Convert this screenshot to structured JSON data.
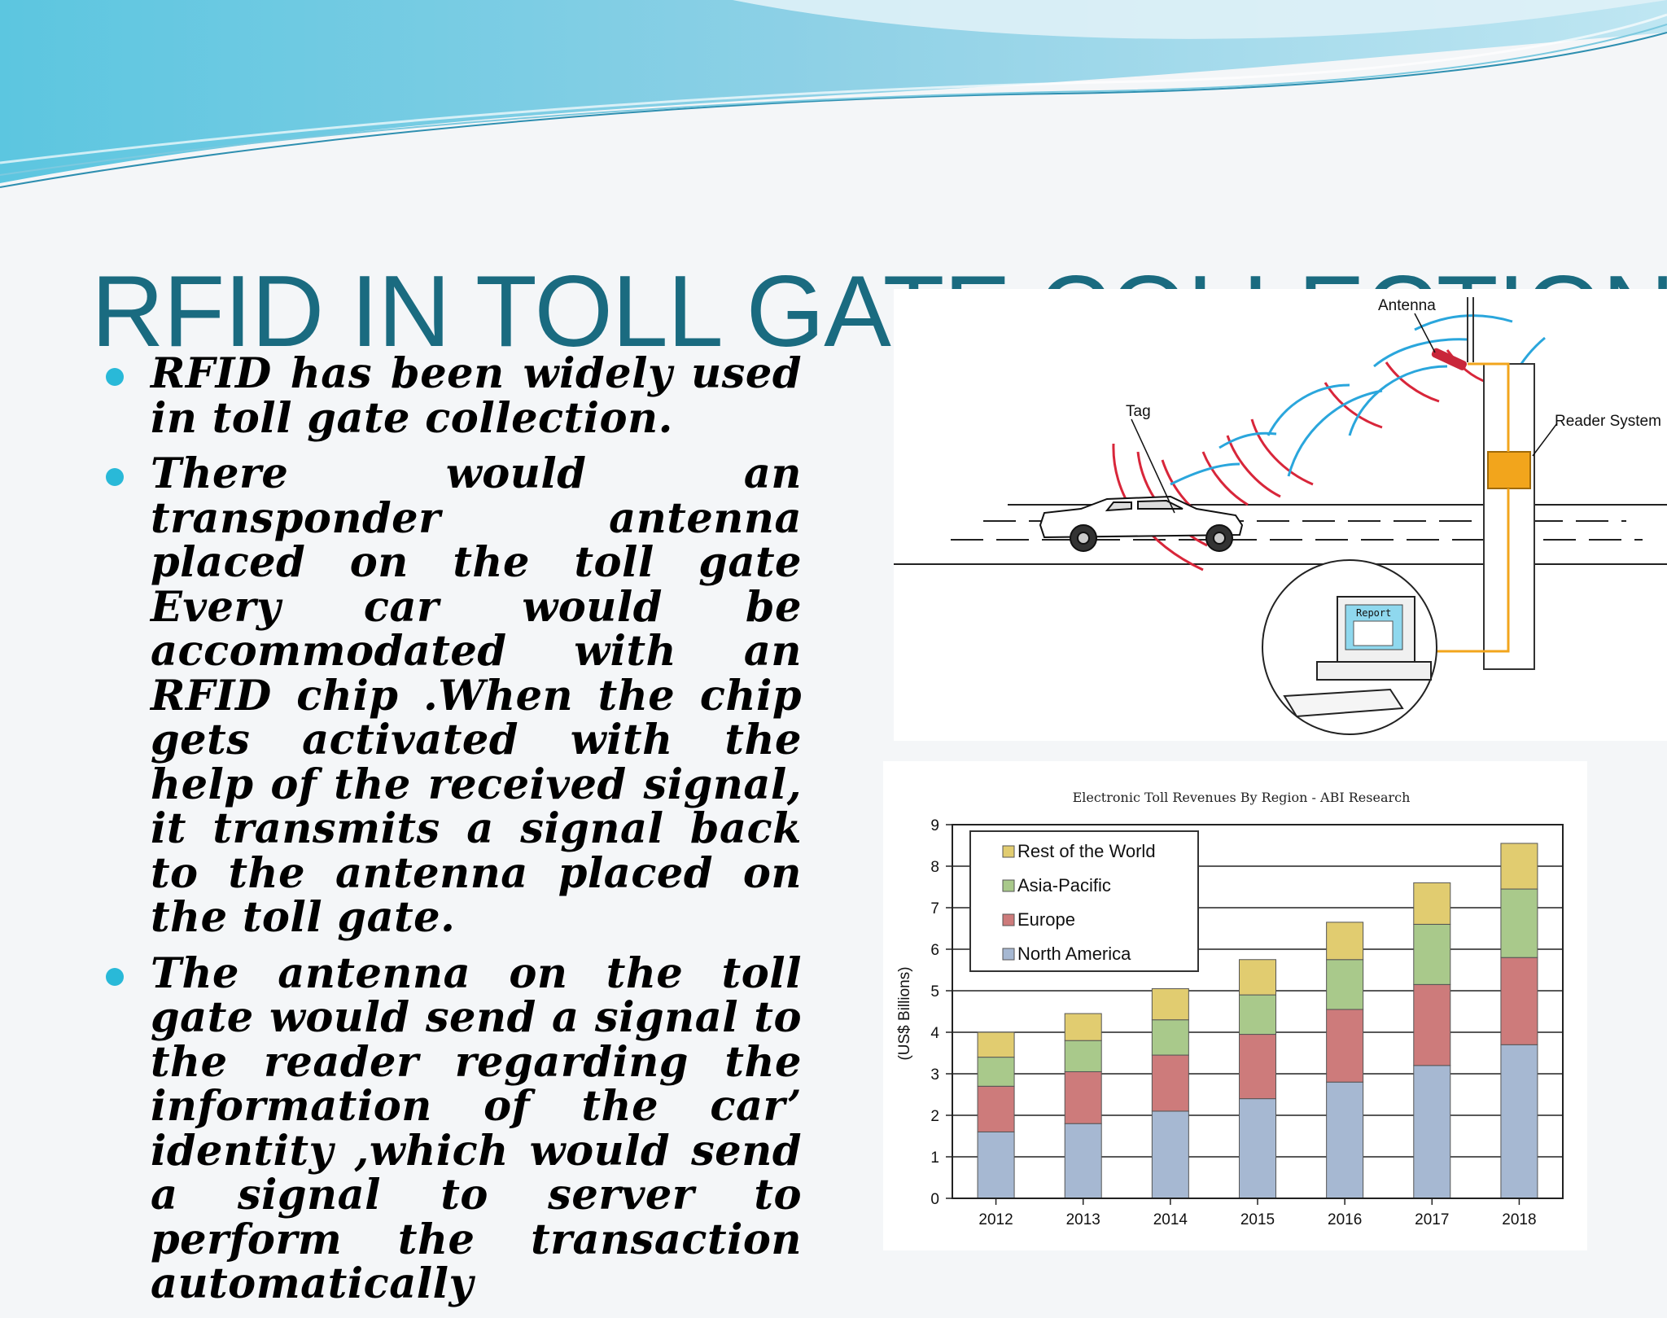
{
  "slide": {
    "title": "RFID IN TOLL GATE COLLECTION",
    "bullets": [
      "RFID has been widely used in toll gate collection.",
      "There would an transponder antenna placed on the toll gate Every car would be accommodated with an RFID chip .When the chip gets activated with the help of the received signal, it transmits a signal back to the antenna placed on the toll gate.",
      "The antenna on the toll gate would send a signal to the reader regarding the information of the car’ identity ,which would send a signal to server to perform the transaction automatically"
    ]
  },
  "diagram": {
    "labels": {
      "antenna": "Antenna",
      "tag": "Tag",
      "reader": "Reader System",
      "report": "Report"
    },
    "colors": {
      "tag_waves": "#d8263a",
      "antenna_waves": "#2aa6dc",
      "cable": "#f2a51c",
      "reader_box": "#f2a51c"
    }
  },
  "chart_data": {
    "type": "bar",
    "stacked": true,
    "title": "Electronic Toll Revenues By Region - ABI Research",
    "xlabel": "",
    "ylabel": "(US$ Billions)",
    "ylim": [
      0,
      9
    ],
    "yticks": [
      "0",
      "1",
      "2",
      "3",
      "4",
      "5",
      "6",
      "7",
      "8",
      "9"
    ],
    "grid": true,
    "legend_position": "top-left",
    "categories": [
      "2012",
      "2013",
      "2014",
      "2015",
      "2016",
      "2017",
      "2018"
    ],
    "series": [
      {
        "name": "North America",
        "color": "#a6b8d2",
        "values": [
          1.6,
          1.8,
          2.1,
          2.4,
          2.8,
          3.2,
          3.7
        ]
      },
      {
        "name": "Europe",
        "color": "#cd7b7b",
        "values": [
          1.1,
          1.25,
          1.35,
          1.55,
          1.75,
          1.95,
          2.1
        ]
      },
      {
        "name": "Asia-Pacific",
        "color": "#a9c98b",
        "values": [
          0.7,
          0.75,
          0.85,
          0.95,
          1.2,
          1.45,
          1.65
        ]
      },
      {
        "name": "Rest of the World",
        "color": "#e1cc70",
        "values": [
          0.6,
          0.65,
          0.75,
          0.85,
          0.9,
          1.0,
          1.1
        ]
      }
    ],
    "legend_order": [
      "Rest of the World",
      "Asia-Pacific",
      "Europe",
      "North America"
    ]
  }
}
